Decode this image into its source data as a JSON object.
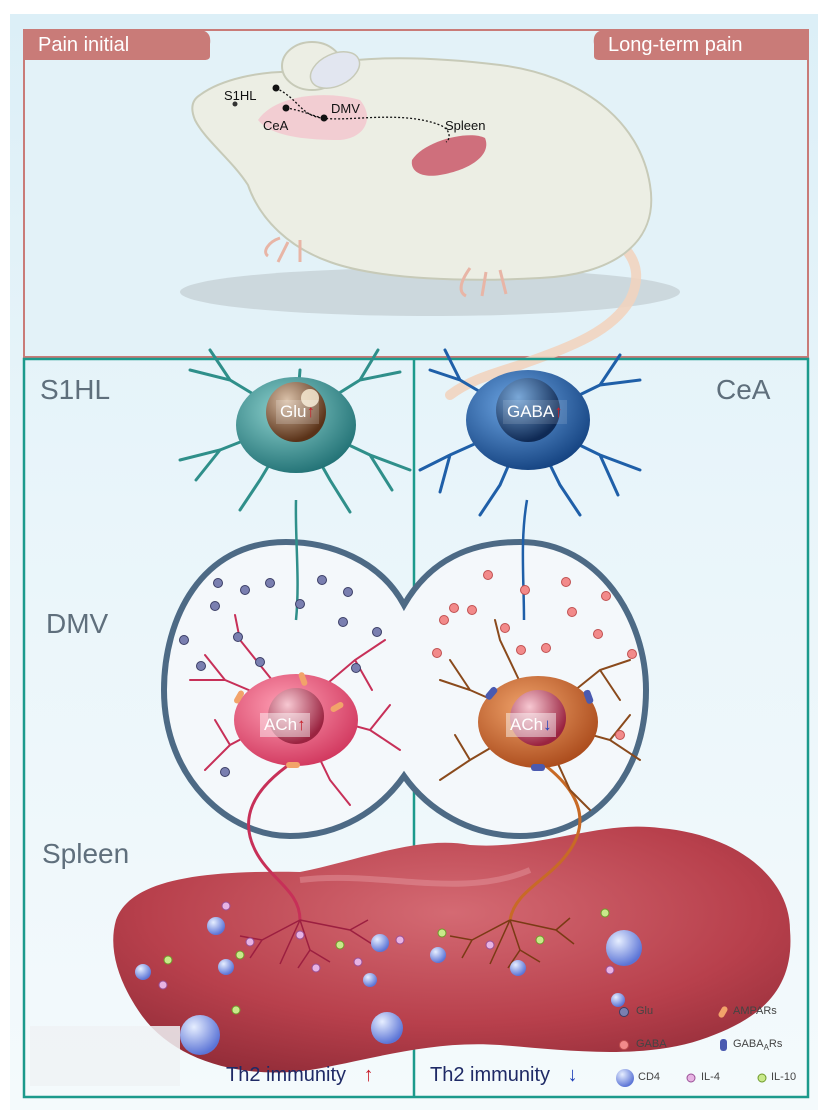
{
  "header": {
    "left": "Pain initial",
    "right": "Long-term pain"
  },
  "rat_labels": {
    "s1hl": "S1HL",
    "dmv": "DMV",
    "cea": "CeA",
    "spleen": "Spleen"
  },
  "regions": {
    "s1hl": "S1HL",
    "cea": "CeA",
    "dmv": "DMV",
    "spleen": "Spleen"
  },
  "neurons": {
    "glu": {
      "label": "Glu",
      "arrow": "↑"
    },
    "gaba": {
      "label": "GABA",
      "arrow": "↑"
    },
    "ach_left": {
      "label": "ACh",
      "arrow": "↑"
    },
    "ach_right": {
      "label": "ACh",
      "arrow": "↓"
    }
  },
  "outcomes": {
    "left": {
      "label": "Th2 immunity",
      "arrow": "↑"
    },
    "right": {
      "label": "Th2 immunity",
      "arrow": "↓"
    }
  },
  "legend": {
    "glu": "Glu",
    "ampars": "AMPARs",
    "gaba": "GABA",
    "gabaars_prefix": "GABA",
    "gabaars_sub": "A",
    "gabaars_suffix": "Rs",
    "cd4": "CD4",
    "il4": "IL-4",
    "il10": "IL-10"
  },
  "colors": {
    "frame_teal": "#1c9a8c",
    "header_rose": "#c97b78",
    "glutamatergic": "#2f8f8a",
    "gabaergic": "#1f5fa8",
    "ach_pink": "#e0456a",
    "ach_orange": "#d66a28",
    "spleen": "#b8404c",
    "up_red": "#c81e2a",
    "down_blue": "#1f3fb8"
  }
}
